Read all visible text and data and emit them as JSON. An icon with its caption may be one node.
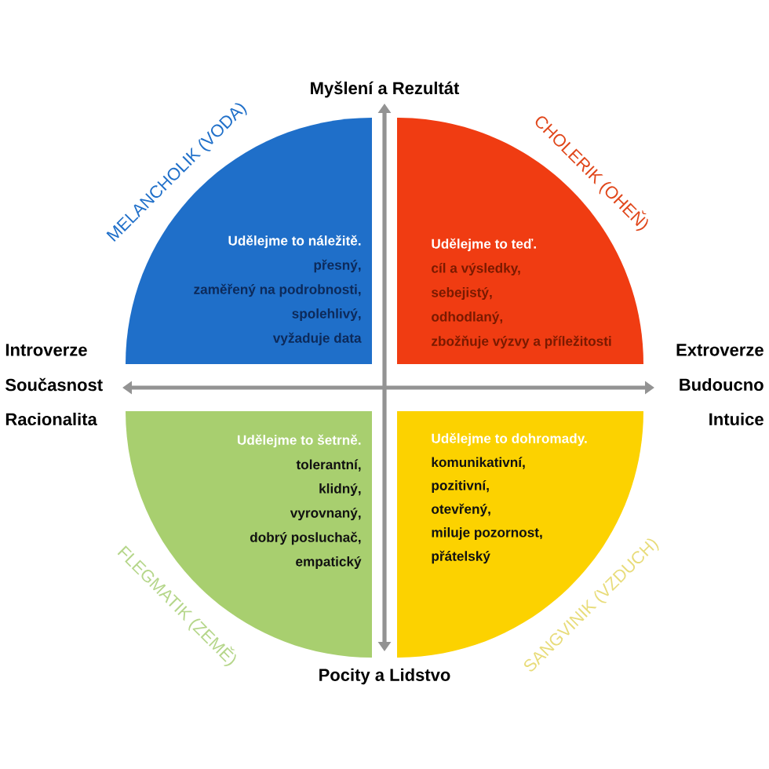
{
  "diagram": {
    "nodes": [
      {
        "text": [
          "MELANCHOLIK (VODA)",
          "Udělejme to náležitě.",
          "přesný,",
          "zaměřený na podrobnosti,",
          "spolehlivý,",
          "vyžaduje data"
        ]
      },
      {
        "text": [
          "CHOLERIK (OHEŇ)",
          "Udělejme to teď.",
          "cíl a výsledky,",
          "sebejistý,",
          "odhodlaný,",
          "zbožňuje výzvy a příležitosti"
        ]
      },
      {
        "text": [
          "FLEGMATIK (ZEMĚ)",
          "Udělejme to šetrně.",
          "tolerantní,",
          "klidný,",
          "vyrovnaný,",
          "dobrý posluchač,",
          "empatický"
        ]
      },
      {
        "text": [
          "SANGVINIK (VZDUCH)",
          "Udělejme to dohromady.",
          "komunikativní,",
          "pozitivní,",
          "otevřený,",
          "miluje pozornost,",
          "přátelský"
        ]
      }
    ],
    "labels": [
      "Myšlení a Rezultát",
      "Introverze",
      "Extroverze",
      "Současnost",
      "Budoucno",
      "Racionalita",
      "Intuice",
      "Pocity a Lidstvo"
    ]
  }
}
